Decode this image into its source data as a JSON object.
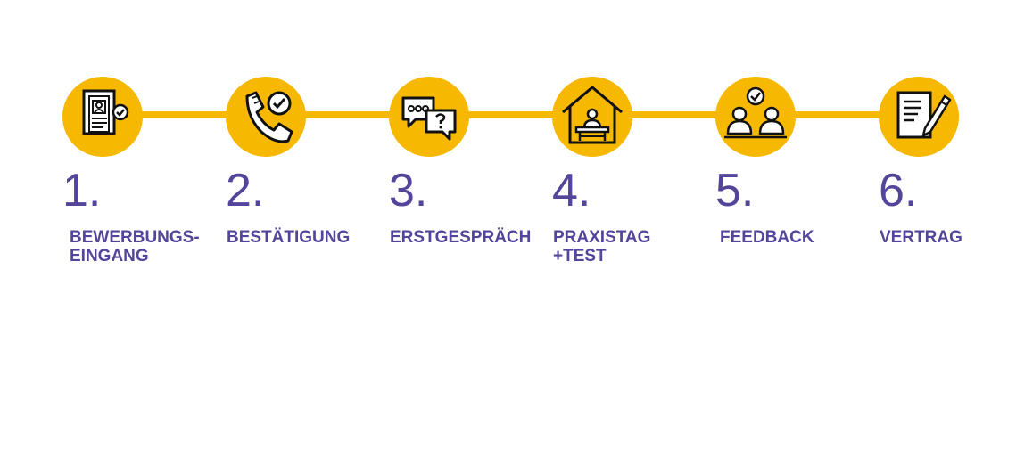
{
  "colors": {
    "accent": "#f6b800",
    "text": "#55459a",
    "icon_stroke": "#111111",
    "icon_fill": "#ffffff"
  },
  "steps": [
    {
      "number": "1.",
      "label_lines": [
        "BEWERBUNGS-",
        "EINGANG"
      ],
      "icon": "application-document-icon"
    },
    {
      "number": "2.",
      "label_lines": [
        "BESTÄTIGUNG"
      ],
      "icon": "phone-check-icon"
    },
    {
      "number": "3.",
      "label_lines": [
        "ERSTGESPRÄCH"
      ],
      "icon": "chat-bubbles-icon"
    },
    {
      "number": "4.",
      "label_lines": [
        "PRAXISTAG",
        "+TEST"
      ],
      "icon": "house-desk-icon"
    },
    {
      "number": "5.",
      "label_lines": [
        "FEEDBACK"
      ],
      "icon": "people-check-icon"
    },
    {
      "number": "6.",
      "label_lines": [
        "VERTRAG"
      ],
      "icon": "contract-pen-icon"
    }
  ]
}
